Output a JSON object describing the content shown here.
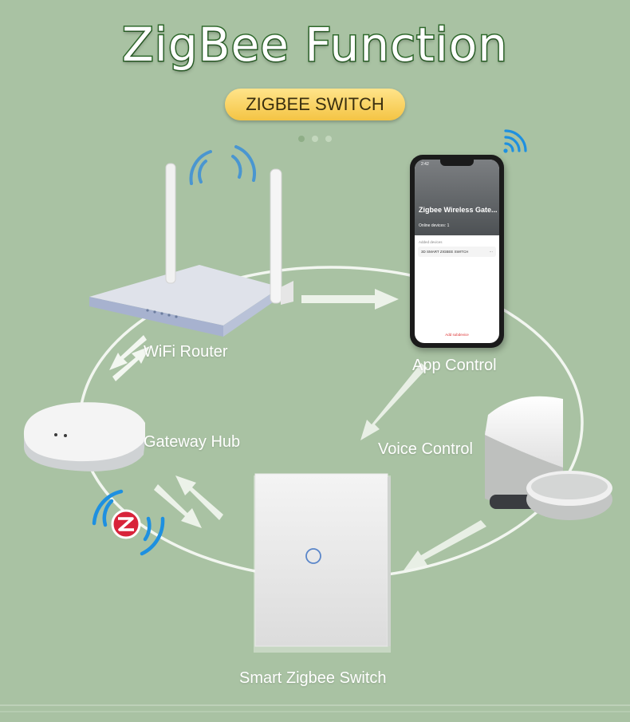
{
  "title": "ZigBee Function",
  "badge": "ZIGBEE SWITCH",
  "pager": {
    "count": 3,
    "active": 0
  },
  "nodes": {
    "router": "WiFi Router",
    "app": "App Control",
    "hub": "Gateway Hub",
    "voice": "Voice Control",
    "switch": "Smart Zigbee Switch"
  },
  "phone": {
    "time": "2:42",
    "title": "Zigbee Wireless Gate...",
    "online": "Online devices: 1",
    "added": "Added devices",
    "device": "3D SMART ZIGBEE SWITCH",
    "device_more": "···",
    "add_button": "Add subdevice"
  },
  "colors": {
    "background": "#a9c2a3",
    "title_outline": "#2f6a2c",
    "badge": "#f4c444",
    "wifi_signal": "#1e90e0",
    "zigbee_badge": "#d8233a"
  }
}
